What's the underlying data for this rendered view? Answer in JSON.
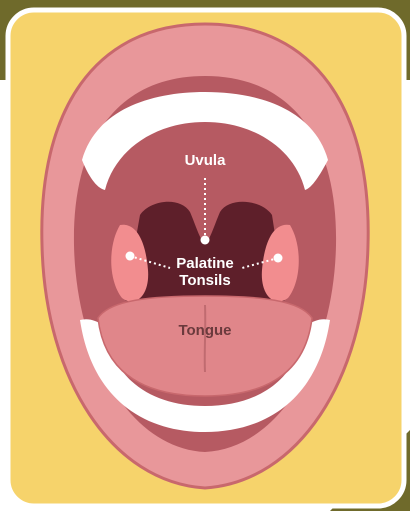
{
  "labels": {
    "uvula": "Uvula",
    "palatine_line1": "Palatine",
    "palatine_line2": "Tonsils",
    "tongue": "Tongue"
  },
  "colors": {
    "background_yellow": "#f6d36b",
    "card_border": "#ffffff",
    "corner_olive": "#6f6a2b",
    "lips": "#e8979a",
    "lips_outline": "#c8686d",
    "teeth": "#ffffff",
    "mouth_cavity": "#b65a62",
    "throat_dark": "#5e1f2a",
    "tonsil": "#f28d8f",
    "tongue": "#e0868a",
    "label_light": "#ffffff",
    "label_dark": "#6b3a3d"
  }
}
